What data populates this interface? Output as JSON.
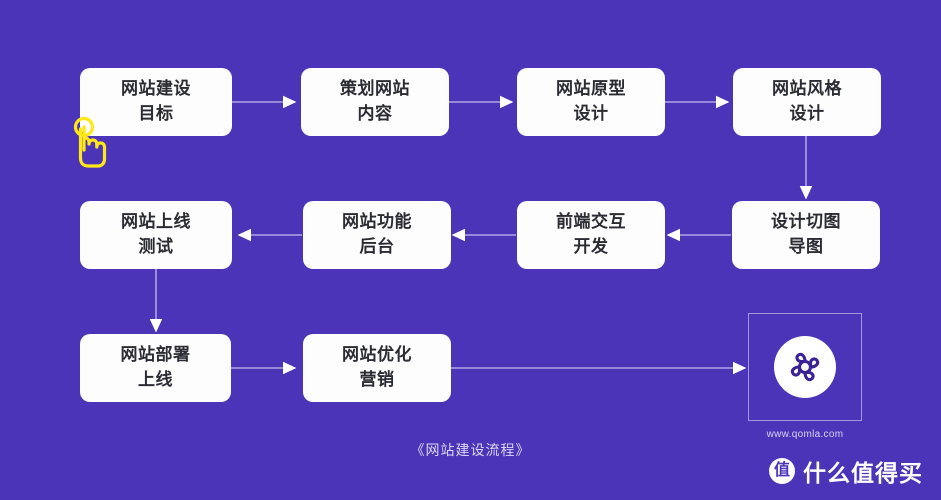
{
  "canvas": {
    "background_color": "#4c34b8",
    "connector_color": "#b0a3e6",
    "node_fill": "#fdfdfd",
    "node_text_color": "#2b2b33",
    "accent_cursor_color": "#ffe816"
  },
  "diagram": {
    "caption": "《网站建设流程》",
    "nodes": [
      {
        "id": "n1",
        "label": "网站建设\n目标",
        "row": 1,
        "col": 1
      },
      {
        "id": "n2",
        "label": "策划网站\n内容",
        "row": 1,
        "col": 2
      },
      {
        "id": "n3",
        "label": "网站原型\n设计",
        "row": 1,
        "col": 3
      },
      {
        "id": "n4",
        "label": "网站风格\n设计",
        "row": 1,
        "col": 4
      },
      {
        "id": "n5",
        "label": "网站上线\n测试",
        "row": 2,
        "col": 1
      },
      {
        "id": "n6",
        "label": "网站功能\n后台",
        "row": 2,
        "col": 2
      },
      {
        "id": "n7",
        "label": "前端交互\n开发",
        "row": 2,
        "col": 3
      },
      {
        "id": "n8",
        "label": "设计切图\n导图",
        "row": 2,
        "col": 4
      },
      {
        "id": "n9",
        "label": "网站部署\n上线",
        "row": 3,
        "col": 1
      },
      {
        "id": "n10",
        "label": "网站优化\n营销",
        "row": 3,
        "col": 2
      }
    ],
    "edges": [
      {
        "from": "n1",
        "to": "n2",
        "direction": "right"
      },
      {
        "from": "n2",
        "to": "n3",
        "direction": "right"
      },
      {
        "from": "n3",
        "to": "n4",
        "direction": "right"
      },
      {
        "from": "n4",
        "to": "n8",
        "direction": "down"
      },
      {
        "from": "n8",
        "to": "n7",
        "direction": "left"
      },
      {
        "from": "n7",
        "to": "n6",
        "direction": "left"
      },
      {
        "from": "n6",
        "to": "n5",
        "direction": "left"
      },
      {
        "from": "n5",
        "to": "n9",
        "direction": "down"
      },
      {
        "from": "n9",
        "to": "n10",
        "direction": "right"
      },
      {
        "from": "n10",
        "to": "logo",
        "direction": "right"
      }
    ]
  },
  "logo": {
    "name": "qomla-clover-logo",
    "url_text": "www.qomla.com"
  },
  "watermark": {
    "badge_char": "值",
    "text": "什么值得买"
  },
  "cursor": {
    "name": "hand-tap-cursor"
  }
}
